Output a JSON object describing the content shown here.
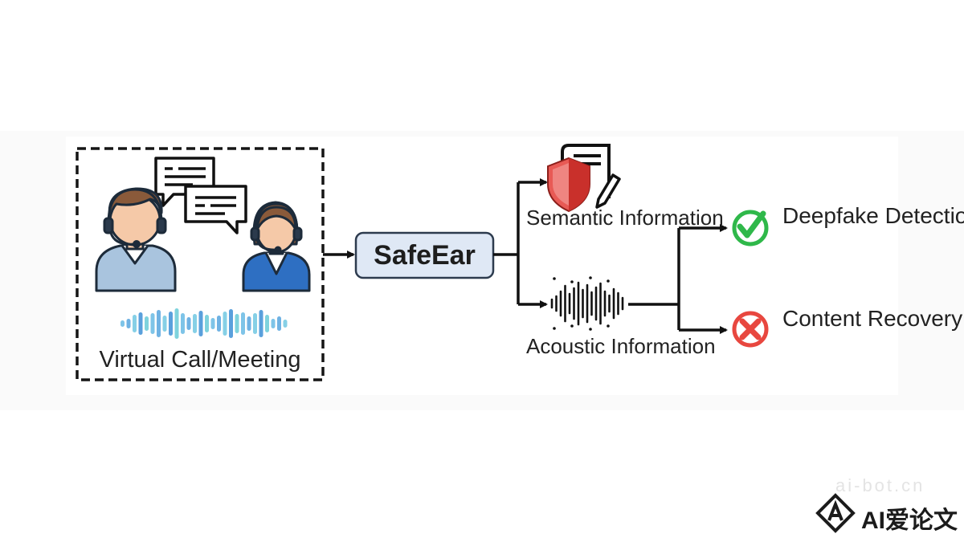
{
  "diagram": {
    "source": {
      "caption": "Virtual Call/Meeting",
      "icons": [
        "male-agent-headset-icon",
        "female-agent-headset-icon",
        "chat-bubble-icon",
        "chat-bubble-icon",
        "sound-wave-icon"
      ]
    },
    "model": {
      "label": "SafeEar",
      "fill": "#dfe8f5",
      "stroke": "#2d3b4e"
    },
    "branches": [
      {
        "label": "Semantic Information",
        "icon": "shielded-document-icon"
      },
      {
        "label": "Acoustic Information",
        "icon": "acoustic-waveform-icon"
      }
    ],
    "outcomes": [
      {
        "label": "Deepfake Detection",
        "icon": "check-circle-icon",
        "color": "#2fb84a"
      },
      {
        "label": "Content Recovery",
        "icon": "cross-circle-icon",
        "color": "#e8473f"
      }
    ]
  },
  "watermark": {
    "url": "ai-bot.cn",
    "brand": "AI爱论文"
  }
}
